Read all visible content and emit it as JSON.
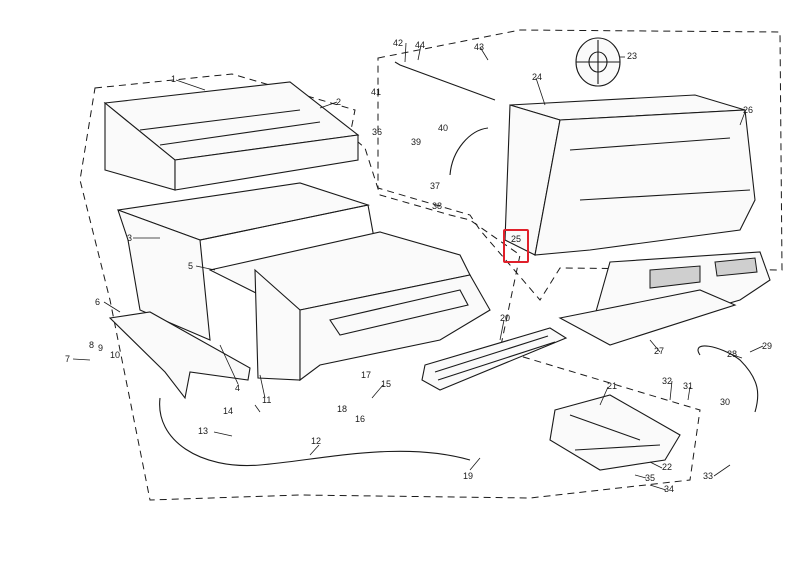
{
  "diagram": {
    "highlight_color": "#e0202a",
    "callouts": [
      {
        "id": "c1",
        "text": "1"
      },
      {
        "id": "c2",
        "text": "2"
      },
      {
        "id": "c3",
        "text": "3"
      },
      {
        "id": "c4",
        "text": "4"
      },
      {
        "id": "c5",
        "text": "5"
      },
      {
        "id": "c6",
        "text": "6"
      },
      {
        "id": "c7",
        "text": "7"
      },
      {
        "id": "c8",
        "text": "8"
      },
      {
        "id": "c9",
        "text": "9"
      },
      {
        "id": "c10",
        "text": "10"
      },
      {
        "id": "c11",
        "text": "11"
      },
      {
        "id": "c12",
        "text": "12"
      },
      {
        "id": "c13",
        "text": "13"
      },
      {
        "id": "c14",
        "text": "14"
      },
      {
        "id": "c15",
        "text": "15"
      },
      {
        "id": "c16",
        "text": "16"
      },
      {
        "id": "c17",
        "text": "17"
      },
      {
        "id": "c18",
        "text": "18"
      },
      {
        "id": "c19",
        "text": "19"
      },
      {
        "id": "c20",
        "text": "20"
      },
      {
        "id": "c21",
        "text": "21"
      },
      {
        "id": "c22",
        "text": "22"
      },
      {
        "id": "c23",
        "text": "23"
      },
      {
        "id": "c24",
        "text": "24"
      },
      {
        "id": "c25",
        "text": "25"
      },
      {
        "id": "c26",
        "text": "26"
      },
      {
        "id": "c27",
        "text": "27"
      },
      {
        "id": "c28",
        "text": "28"
      },
      {
        "id": "c29",
        "text": "29"
      },
      {
        "id": "c30",
        "text": "30"
      },
      {
        "id": "c31",
        "text": "31"
      },
      {
        "id": "c32",
        "text": "32"
      },
      {
        "id": "c33",
        "text": "33"
      },
      {
        "id": "c34",
        "text": "34"
      },
      {
        "id": "c35",
        "text": "35"
      },
      {
        "id": "c36",
        "text": "36"
      },
      {
        "id": "c37",
        "text": "37"
      },
      {
        "id": "c38",
        "text": "38"
      },
      {
        "id": "c39",
        "text": "39"
      },
      {
        "id": "c40",
        "text": "40"
      },
      {
        "id": "c41",
        "text": "41"
      },
      {
        "id": "c42",
        "text": "42"
      },
      {
        "id": "c43",
        "text": "43"
      },
      {
        "id": "c44",
        "text": "44"
      }
    ]
  }
}
